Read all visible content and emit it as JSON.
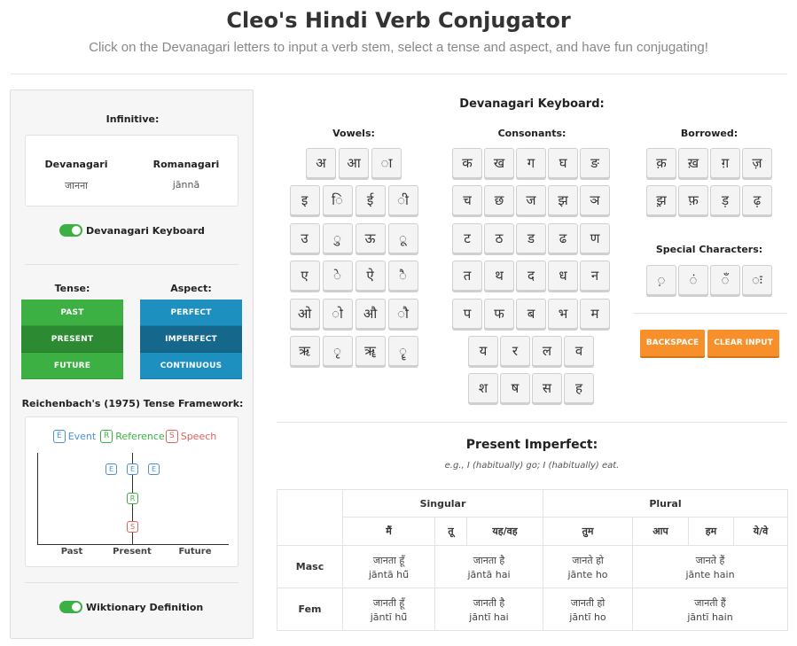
{
  "header": {
    "title": "Cleo's Hindi Verb Conjugator",
    "subtitle": "Click on the Devanagari letters to input a verb stem, select a tense and aspect, and have fun conjugating!"
  },
  "left": {
    "infinitive_label": "Infinitive:",
    "devanagari_label": "Devanagari",
    "romanagari_label": "Romanagari",
    "devanagari_value": "जानना",
    "romanagari_value": "jānnā",
    "keyboard_toggle": "Devanagari Keyboard",
    "tense_label": "Tense:",
    "aspect_label": "Aspect:",
    "tenses": [
      "PAST",
      "PRESENT",
      "FUTURE"
    ],
    "aspects": [
      "PERFECT",
      "IMPERFECT",
      "CONTINUOUS"
    ],
    "selected_tense": "PRESENT",
    "selected_aspect": "IMPERFECT",
    "framework_title": "Reichenbach's (1975) Tense Framework:",
    "legend": [
      {
        "key": "E",
        "label": "Event",
        "color": "#4a90d9"
      },
      {
        "key": "R",
        "label": "Reference",
        "color": "#3cb043"
      },
      {
        "key": "S",
        "label": "Speech",
        "color": "#e0625a"
      }
    ],
    "timeline": [
      "Past",
      "Present",
      "Future"
    ],
    "marker_E": "E",
    "marker_R": "R",
    "marker_S": "S",
    "wiktionary_toggle": "Wiktionary Definition"
  },
  "keyboard": {
    "title": "Devanagari Keyboard:",
    "vowels_label": "Vowels:",
    "consonants_label": "Consonants:",
    "borrowed_label": "Borrowed:",
    "special_label": "Special Characters:",
    "vowels": [
      [
        "अ",
        "आ",
        "ा"
      ],
      [
        "इ",
        "ि",
        "ई",
        "ी"
      ],
      [
        "उ",
        "ु",
        "ऊ",
        "ू"
      ],
      [
        "ए",
        "े",
        "ऐ",
        "ै"
      ],
      [
        "ओ",
        "ो",
        "औ",
        "ौ"
      ],
      [
        "ऋ",
        "ृ",
        "ॠ",
        "ॄ"
      ]
    ],
    "consonants": [
      [
        "क",
        "ख",
        "ग",
        "घ",
        "ङ"
      ],
      [
        "च",
        "छ",
        "ज",
        "झ",
        "ञ"
      ],
      [
        "ट",
        "ठ",
        "ड",
        "ढ",
        "ण"
      ],
      [
        "त",
        "थ",
        "द",
        "ध",
        "न"
      ],
      [
        "प",
        "फ",
        "ब",
        "भ",
        "म"
      ],
      [
        "य",
        "र",
        "ल",
        "व"
      ],
      [
        "श",
        "ष",
        "स",
        "ह"
      ]
    ],
    "borrowed": [
      [
        "क़",
        "ख़",
        "ग़",
        "ज़"
      ],
      [
        "झ़",
        "फ़",
        "ड़",
        "ढ़"
      ]
    ],
    "special": [
      "़",
      "ं",
      "ँ",
      "ः"
    ],
    "backspace_label": "BACKSPACE",
    "clear_label": "CLEAR INPUT"
  },
  "conjugation": {
    "title": "Present Imperfect:",
    "example": "e.g., I (habitually) go; I (habitually) eat.",
    "singular_label": "Singular",
    "plural_label": "Plural",
    "pronouns": [
      "मैं",
      "तू",
      "यह/वह",
      "तुम",
      "आप",
      "हम",
      "ये/वे"
    ],
    "masc_label": "Masc",
    "fem_label": "Fem",
    "masc": [
      {
        "d": "जानता हूँ",
        "r": "jāntā hū̃"
      },
      {
        "d": "जानता है",
        "r": "jāntā hai"
      },
      {
        "d": "जानते हो",
        "r": "jānte ho"
      },
      {
        "d": "जानते हैं",
        "r": "jānte hain"
      }
    ],
    "fem": [
      {
        "d": "जानती हूँ",
        "r": "jāntī hū̃"
      },
      {
        "d": "जानती है",
        "r": "jāntī hai"
      },
      {
        "d": "जानती हो",
        "r": "jāntī ho"
      },
      {
        "d": "जानती हैं",
        "r": "jāntī hain"
      }
    ]
  },
  "colors": {
    "green": "#3cb043",
    "blue": "#1e90c0",
    "orange": "#f7902a"
  }
}
